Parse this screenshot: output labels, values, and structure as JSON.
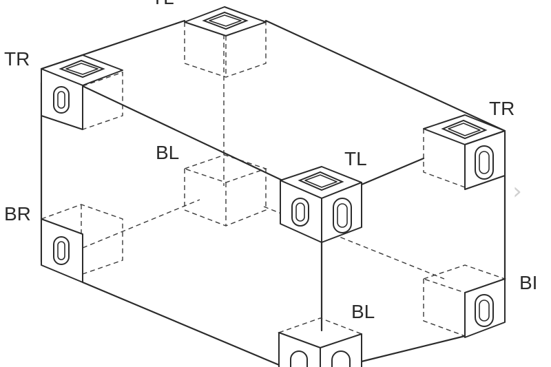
{
  "labels": {
    "top_left_back": "TL",
    "top_right_left": "TR",
    "top_right_right": "TR",
    "top_left_front": "TL",
    "bottom_left_mid": "BL",
    "bottom_right_left": "BR",
    "bottom_left_front": "BL",
    "bottom_right_right": "BI"
  },
  "nav": {
    "next_glyph": "›"
  },
  "colors": {
    "line": "#2b2b2b",
    "background": "#ffffff",
    "nav": "#d0d0d0"
  }
}
